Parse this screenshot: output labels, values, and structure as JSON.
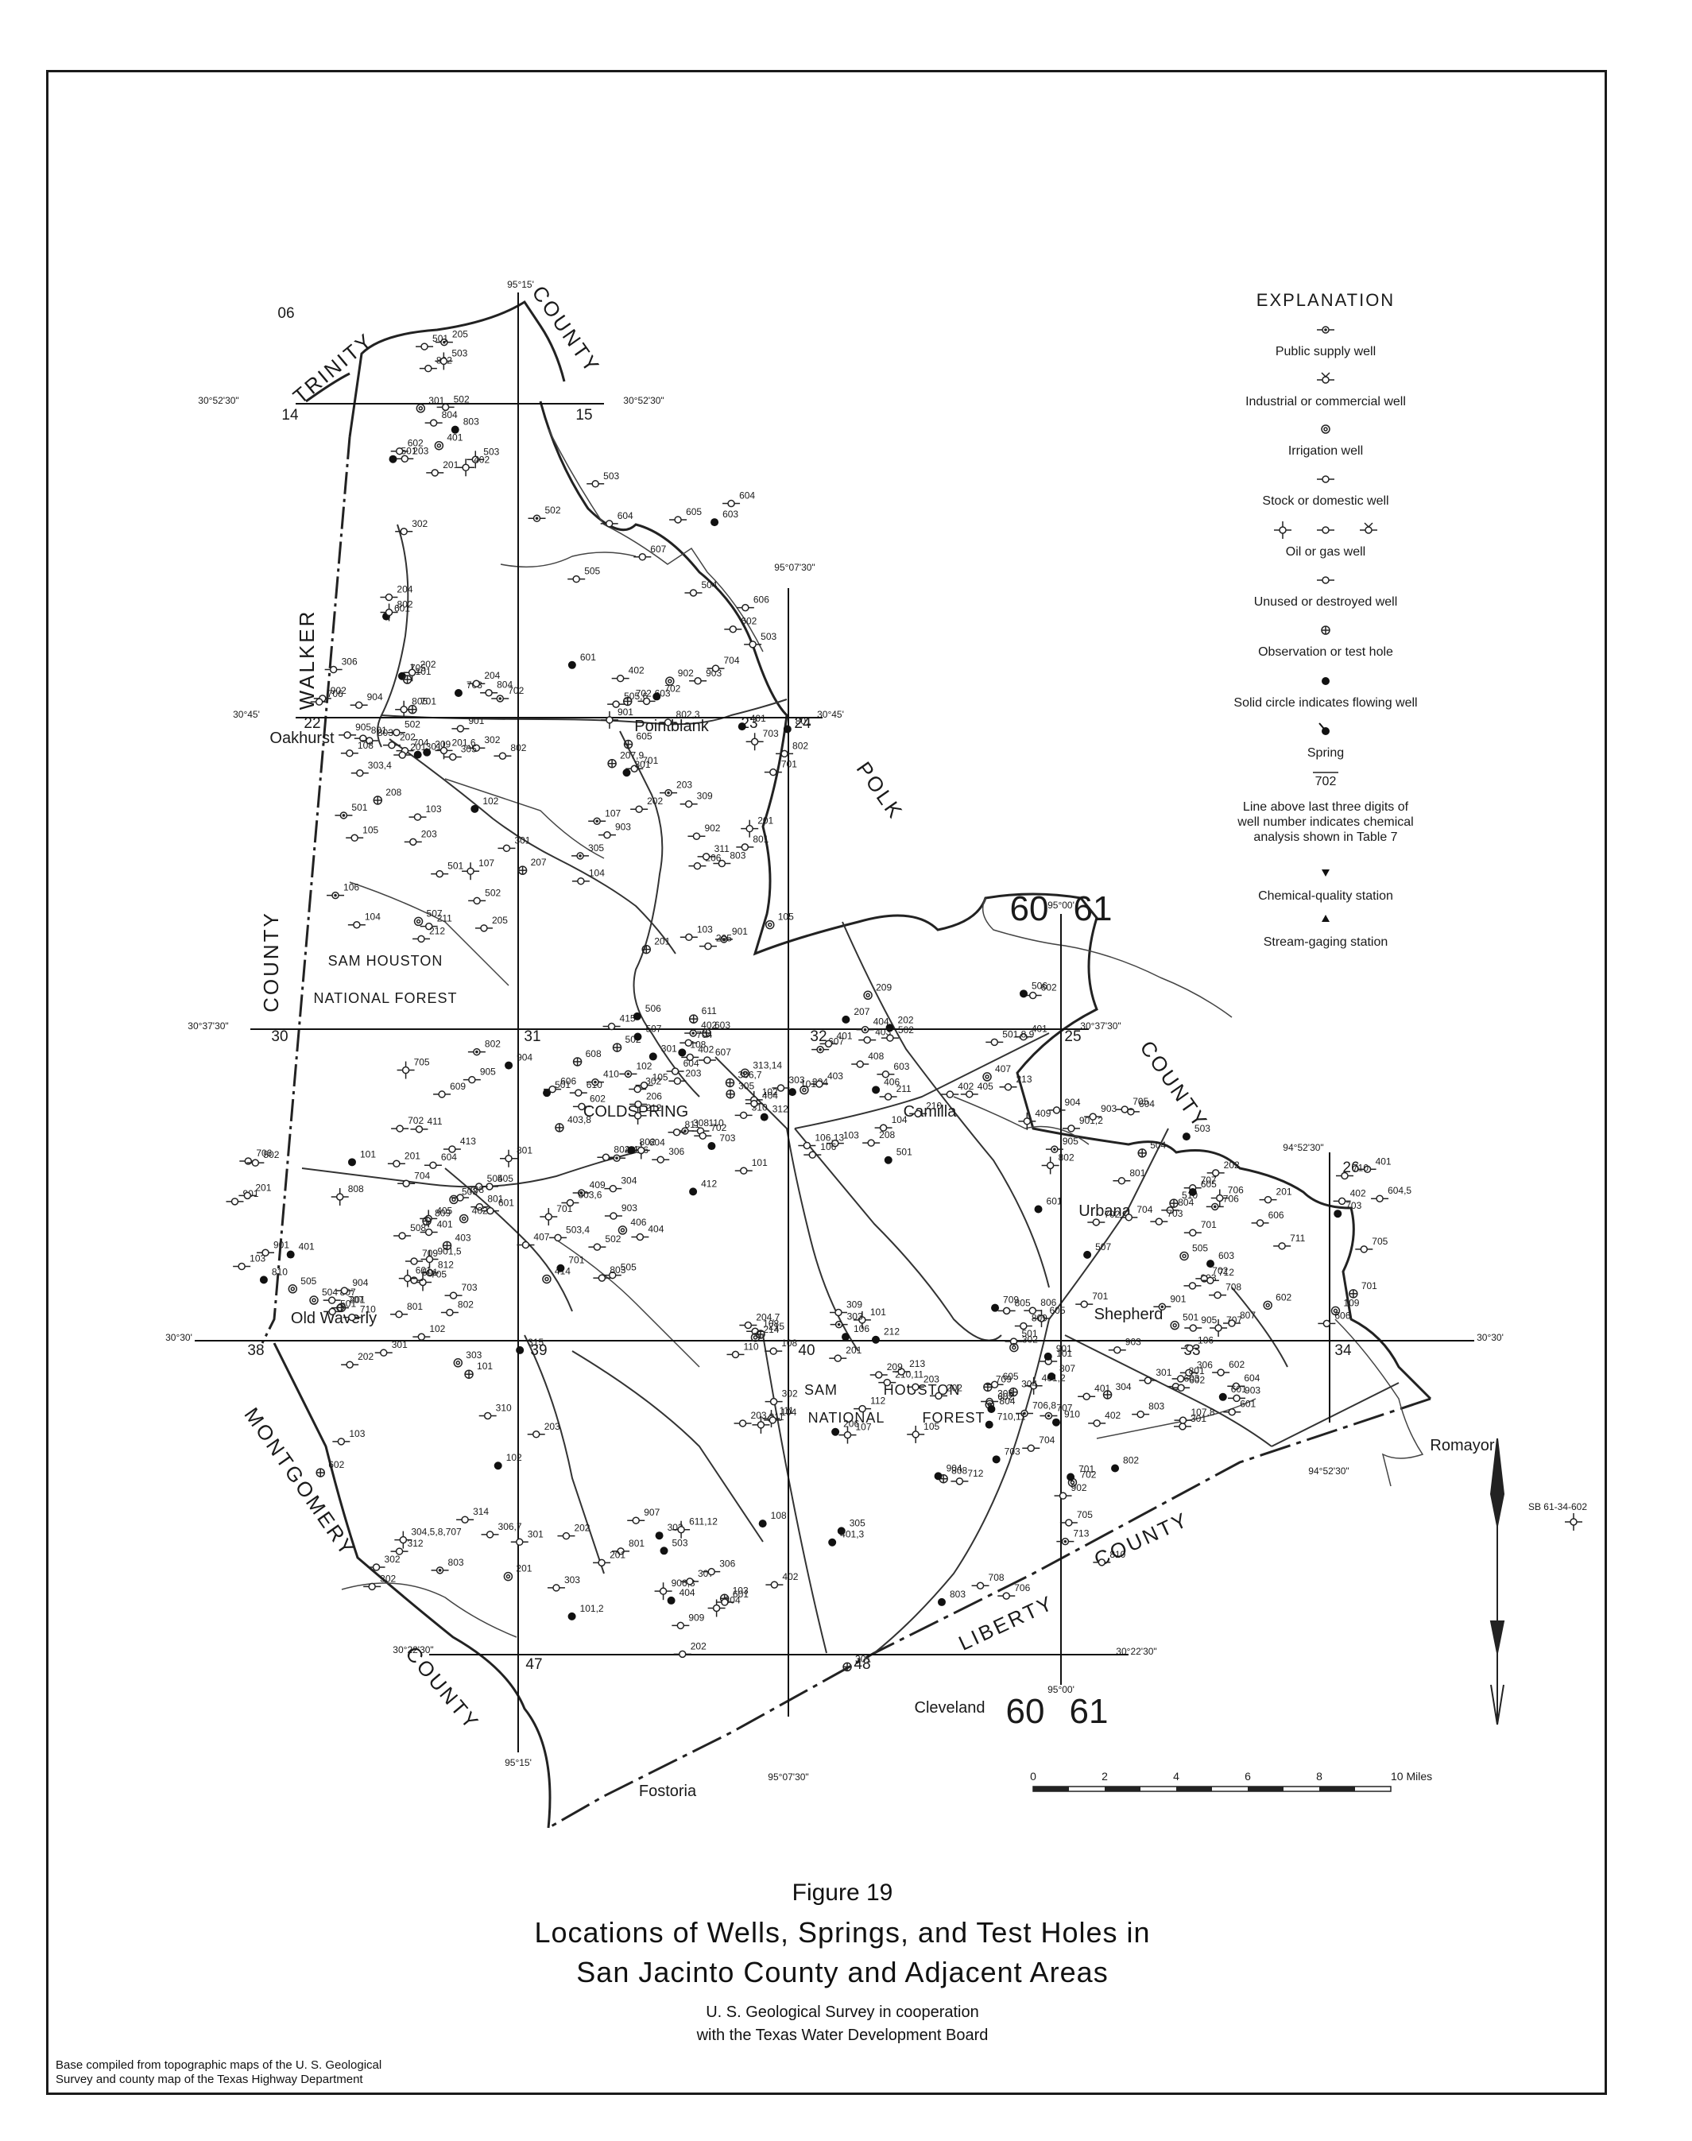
{
  "figure": {
    "number": "Figure  19",
    "title_line1": "Locations  of  Wells, Springs,  and  Test  Holes  in",
    "title_line2": "San  Jacinto  County  and  Adjacent  Areas",
    "credit_line1": "U. S.  Geological  Survey  in  cooperation",
    "credit_line2": "with  the  Texas  Water  Development  Board",
    "base_line1": "Base  compiled  from  topographic  maps  of  the  U. S. Geological",
    "base_line2": "Survey  and  county  map  of  the  Texas  Highway  Department"
  },
  "legend": {
    "heading": "EXPLANATION",
    "items": [
      {
        "symbol": "public-supply",
        "label": "Public  supply  well"
      },
      {
        "symbol": "industrial",
        "label": "Industrial  or  commercial  well"
      },
      {
        "symbol": "irrigation",
        "label": "Irrigation  well"
      },
      {
        "symbol": "stock",
        "label": "Stock  or  domestic  well"
      },
      {
        "symbol": "oil-gas",
        "label": "Oil  or  gas  well"
      },
      {
        "symbol": "unused",
        "label": "Unused  or  destroyed  well"
      },
      {
        "symbol": "test-hole",
        "label": "Observation  or  test  hole"
      },
      {
        "symbol": "flowing",
        "label": "Solid circle indicates flowing well"
      },
      {
        "symbol": "spring",
        "label": "Spring"
      }
    ],
    "overline_sample": "702",
    "overline_note": [
      "Line  above  last  three  digits  of",
      "well  number  indicates  chemical",
      "analysis  shown  in  Table  7"
    ],
    "station_items": [
      {
        "symbol": "chem-station",
        "label": "Chemical-quality  station"
      },
      {
        "symbol": "gage-station",
        "label": "Stream-gaging  station"
      }
    ]
  },
  "scale_bar": {
    "ticks": [
      "0",
      "2",
      "4",
      "6",
      "8",
      "10 Miles"
    ]
  },
  "north_arrow": {
    "label": "SB 61-34-602"
  },
  "counties": [
    "TRINITY",
    "COUNTY",
    "WALKER",
    "COUNTY",
    "POLK",
    "COUNTY",
    "MONTGOMERY",
    "COUNTY",
    "LIBERTY",
    "COUNTY"
  ],
  "places": [
    "Oakhurst",
    "Pointblank",
    "COLDSPRING",
    "Camilla",
    "Urbana",
    "Shepherd",
    "Old Waverly",
    "Cleveland",
    "Fostoria",
    "Romayor"
  ],
  "areas": [
    "SAM      HOUSTON",
    "NATIONAL      FOREST",
    "SAM",
    "HOUSTON",
    "NATIONAL",
    "FOREST"
  ],
  "coords": [
    "95°15'",
    "30°52'30\"",
    "30°52'30\"",
    "95°07'30\"",
    "30°45'",
    "30°45'",
    "95°00'",
    "30°37'30\"",
    "30°37'30\"",
    "94°52'30\"",
    "30°30'",
    "30°30'",
    "94°52'30\"",
    "30°22'30\"",
    "30°22'30\"",
    "95°00'",
    "95°15'",
    "95°07'30\""
  ],
  "grid_numbers": [
    "06",
    "14",
    "15",
    "22",
    "23",
    "24",
    "30",
    "31",
    "32",
    "25",
    "26",
    "38",
    "39",
    "40",
    "33",
    "34",
    "47",
    "48"
  ],
  "quad_numbers": [
    "60",
    "61",
    "60",
    "61"
  ],
  "well_numbers": [
    "802",
    "203",
    "204",
    "301",
    "205",
    "302",
    "201",
    "601",
    "501",
    "602",
    "502",
    "503",
    "804",
    "803",
    "802",
    "402",
    "401",
    "503",
    "501",
    "502",
    "702",
    "701",
    "805",
    "801",
    "803",
    "802",
    "901",
    "902",
    "904",
    "703",
    "706",
    "705",
    "704",
    "101",
    "804",
    "905",
    "201,6",
    "204",
    "306",
    "302",
    "202",
    "209",
    "208",
    "303,4",
    "305",
    "105",
    "106",
    "102",
    "107",
    "201",
    "108",
    "202",
    "103",
    "301",
    "104",
    "211",
    "212",
    "203",
    "205",
    "207",
    "301",
    "501",
    "502",
    "507",
    "501",
    "503",
    "605",
    "607",
    "606",
    "604",
    "601",
    "602",
    "603",
    "505,6",
    "502",
    "505",
    "503",
    "504",
    "604",
    "603",
    "605",
    "901",
    "902",
    "903",
    "701",
    "802",
    "402",
    "401",
    "702",
    "701",
    "703",
    "704",
    "801",
    "802,3",
    "702",
    "803",
    "902",
    "903",
    "901",
    "801",
    "201",
    "301",
    "201",
    "206",
    "203",
    "202",
    "309",
    "311",
    "305",
    "104",
    "107",
    "205",
    "207,9",
    "105",
    "103",
    "110",
    "101",
    "104",
    "106,13",
    "108",
    "102",
    "312",
    "302",
    "301",
    "105",
    "306,7",
    "310",
    "304",
    "313,14",
    "308",
    "101",
    "102",
    "103",
    "607",
    "401",
    "402",
    "403",
    "404",
    "405,6",
    "106",
    "501",
    "203",
    "208",
    "305",
    "306",
    "303",
    "206",
    "212",
    "304",
    "202",
    "211",
    "210",
    "209",
    "213",
    "207",
    "602",
    "603",
    "404",
    "408",
    "402",
    "401",
    "405",
    "403",
    "407",
    "409",
    "406",
    "501,8,9",
    "502",
    "506",
    "507",
    "503",
    "510",
    "504",
    "505",
    "804",
    "803",
    "801",
    "802",
    "901,2",
    "905",
    "903",
    "904",
    "601",
    "604",
    "702",
    "704",
    "706",
    "705",
    "703",
    "701",
    "702",
    "109",
    "602",
    "606",
    "603",
    "604,5",
    "402",
    "401",
    "710",
    "701",
    "711",
    "712",
    "708",
    "707",
    "706",
    "705",
    "703",
    "202",
    "201",
    "605",
    "606",
    "604",
    "603",
    "411",
    "409",
    "402",
    "403,8",
    "404",
    "405",
    "412",
    "505",
    "506",
    "602",
    "610",
    "609",
    "406",
    "502",
    "503,4",
    "608",
    "601",
    "401",
    "407",
    "410",
    "413",
    "414",
    "611",
    "607",
    "508",
    "501",
    "507",
    "505",
    "606",
    "604",
    "603,6",
    "905",
    "504",
    "705",
    "702",
    "701",
    "703",
    "704",
    "415",
    "903",
    "801",
    "901,5",
    "904",
    "701",
    "702",
    "802",
    "802,4",
    "803",
    "502",
    "704",
    "801",
    "802",
    "811",
    "812",
    "809",
    "808",
    "807",
    "810",
    "901",
    "904",
    "703",
    "705",
    "710",
    "707",
    "706",
    "709",
    "708",
    "201",
    "101",
    "201",
    "103",
    "402",
    "403",
    "401",
    "501",
    "604",
    "503",
    "502",
    "501",
    "504",
    "505",
    "802",
    "601",
    "901",
    "803",
    "801",
    "602",
    "301",
    "102",
    "201",
    "302",
    "301",
    "101",
    "102",
    "103",
    "203",
    "201",
    "202",
    "302",
    "303",
    "314",
    "306,7",
    "304,5,8,707",
    "315",
    "310",
    "312",
    "311",
    "309",
    "203",
    "101",
    "111",
    "110",
    "107",
    "108",
    "108",
    "104",
    "106",
    "112",
    "105",
    "212",
    "206",
    "210,11",
    "213",
    "204,7",
    "203",
    "214",
    "209",
    "215",
    "202",
    "201",
    "302",
    "303",
    "301",
    "304",
    "305",
    "306",
    "101",
    "107,8",
    "106",
    "501",
    "602",
    "605",
    "605",
    "604",
    "603",
    "602",
    "601",
    "401,2",
    "304",
    "501",
    "803",
    "804",
    "801",
    "807",
    "707",
    "706,8",
    "701",
    "709",
    "903",
    "901",
    "301",
    "302",
    "805",
    "807",
    "806",
    "809",
    "910",
    "903",
    "901",
    "905",
    "602",
    "601",
    "402",
    "401",
    "708",
    "707",
    "710,11",
    "702",
    "703",
    "704",
    "713",
    "709",
    "705",
    "706",
    "701",
    "712",
    "808",
    "810",
    "803",
    "802",
    "904",
    "902",
    "907",
    "906,8",
    "801",
    "909",
    "201",
    "303",
    "304",
    "305",
    "307",
    "301",
    "302",
    "306",
    "108",
    "101,2",
    "103",
    "202",
    "202",
    "401,3",
    "402",
    "611,12",
    "601",
    "503",
    "404"
  ]
}
